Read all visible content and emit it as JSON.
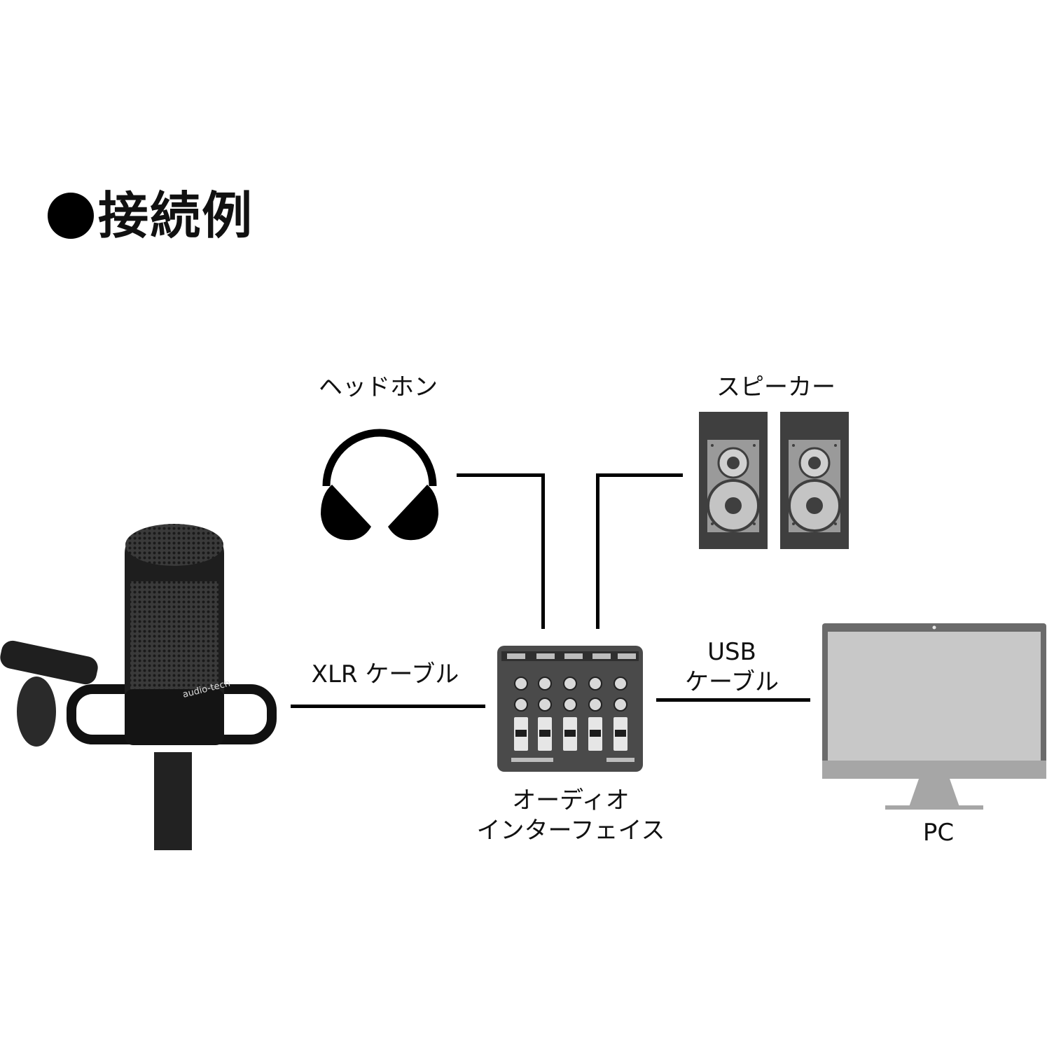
{
  "title": "接続例",
  "labels": {
    "headphones": "ヘッドホン",
    "speakers": "スピーカー",
    "xlr_cable": "XLR ケーブル",
    "usb_cable_line1": "USB",
    "usb_cable_line2": "ケーブル",
    "interface_line1": "オーディオ",
    "interface_line2": "インターフェイス",
    "pc": "PC"
  },
  "icons": [
    "microphone-photo",
    "headphones-icon",
    "speaker-icon",
    "audio-interface-illustration",
    "monitor-icon"
  ],
  "colors": {
    "line": "#000000",
    "device_dark": "#4a4a4a",
    "device_gray": "#9e9e9e",
    "screen": "#c8c8c8",
    "monitor_frame": "#6b6b6b"
  },
  "device_brand_text": "audio-technica"
}
